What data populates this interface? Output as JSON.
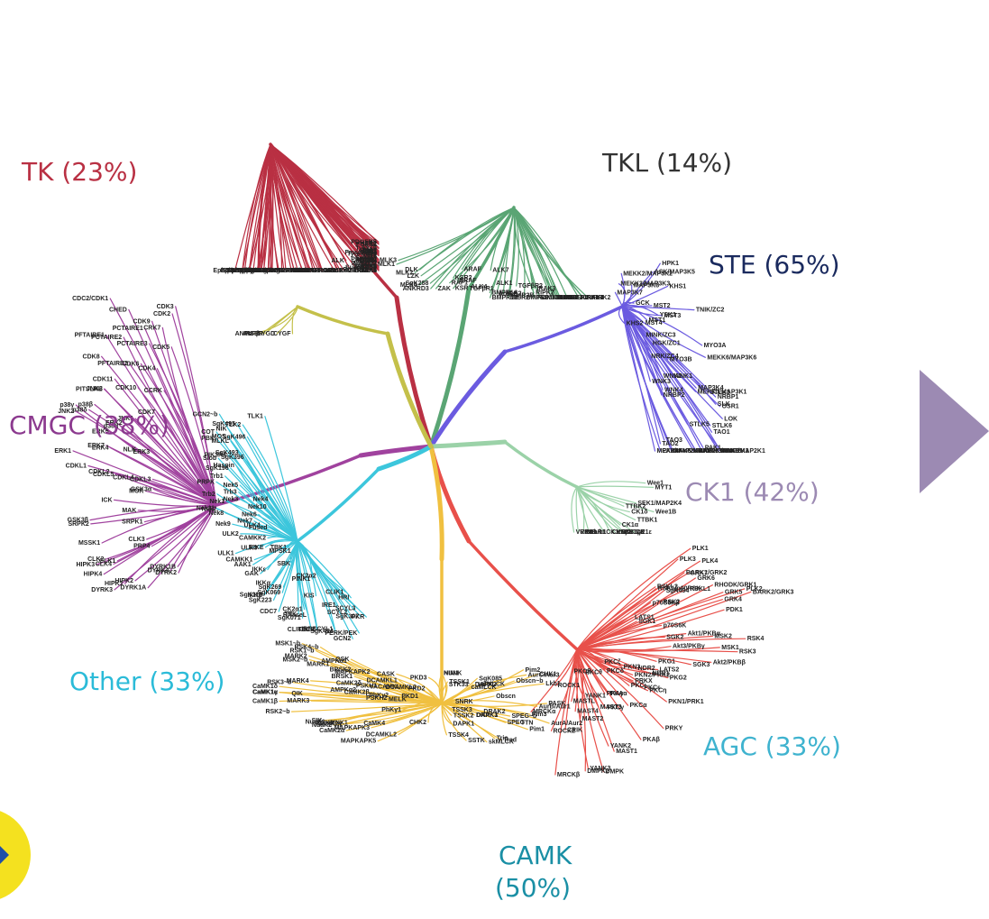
{
  "groups": [
    {
      "id": "tk",
      "label": "TK (23%)",
      "color": "#b93043",
      "leaves": [
        "EphB2",
        "EphB1",
        "EphA5",
        "EphA4",
        "EphA3",
        "EphB3",
        "EphA6",
        "EphB4",
        "EphA7",
        "EphA8",
        "Yes",
        "Src",
        "Lyn",
        "HCK",
        "Fyn",
        "Fgr",
        "Lck",
        "BLK",
        "EphA2",
        "EphA1",
        "EphB6",
        "EphA10",
        "TEC",
        "TXK",
        "BTK",
        "ITK",
        "Etk/BMX",
        "CTK",
        "CSK",
        "Arg",
        "Abl",
        "FRK",
        "Srm",
        "Brk",
        "Fes",
        "Fer",
        "TRKC",
        "TRKB",
        "TRKA",
        "MUSK",
        "DDR2",
        "DDR1",
        "IGF1R",
        "InSR",
        "IRR",
        "ROR2",
        "ROR1",
        "Mer",
        "Axl",
        "Ret",
        "Met",
        "Ron",
        "Ros",
        "ALK",
        "LTK",
        "RYK",
        "CCK4/PTK7",
        "ZAP70",
        "PYK2",
        "FAK",
        "Syk",
        "FGFR2",
        "FGFR3",
        "FGFR1",
        "FGFR4",
        "FLT1",
        "KDR",
        "Fms/CSFR",
        "Kit",
        "FLT4",
        "Tyro3/Sky",
        "FLT3",
        "PDGFRα",
        "PDGFRβ",
        "HER2",
        "EGFR",
        "TIE2",
        "TIE1",
        "HER4",
        "Ack",
        "Tnk1",
        "Tyk2",
        "JAK1",
        "JAK2",
        "JAK3",
        "HER3",
        "Lmr1",
        "Lmr2",
        "Lmr3",
        "JAK3~b",
        "JAK2~b",
        "Tyk2~b",
        "JAK1~b",
        "SuRTK106"
      ]
    },
    {
      "id": "tkl",
      "label": "TKL (14%)",
      "color": "#5aa574",
      "leaves": [
        "MLK3",
        "MLK1",
        "MLK2",
        "MLK4",
        "DLK",
        "LZK",
        "ANKRD3",
        "SgK288",
        "ZAK",
        "RAF1",
        "BRAF",
        "KSR",
        "KSR2",
        "ARAF",
        "ALK4",
        "TGFβR1",
        "ALK7",
        "BMPR1B",
        "BMPR1A",
        "ALK1",
        "ALK2",
        "ActR2",
        "ActR2B",
        "TGFβR2",
        "MISR2",
        "BMPR2",
        "RIPK2",
        "IRAK3",
        "IRAK1",
        "LIMK1",
        "LIMK2",
        "TESK1",
        "TESK2",
        "ILK",
        "TAK1",
        "HH498",
        "RIPK3",
        "RIPK1",
        "IRAK2",
        "LRRK1",
        "LRRK2",
        "IRAK4"
      ]
    },
    {
      "id": "ste",
      "label": "STE (65%)",
      "color": "#6b5be0",
      "leaves": [
        "MEKK2/MAP3K2",
        "MEKK3/MAP3K3",
        "ASK/MAP3K5",
        "MAP3K8",
        "MAP3K7",
        "HPK1",
        "KHS1",
        "KHS2",
        "GCK",
        "MST1",
        "MST2",
        "YSK1",
        "MST3",
        "MST4",
        "HGK/ZC1",
        "MINK/ZC3",
        "TNIK/ZC2",
        "NRK/ZC4",
        "MYO3A",
        "MYO3B",
        "MEKK6/MAP3K6",
        "WNK1",
        "WNK3",
        "WNK4",
        "WNK2",
        "MAP3K4",
        "MEKK1/MAP3K1",
        "NRBP2",
        "NRBP1",
        "OSR1",
        "STLK3",
        "STLK5",
        "STLK6",
        "SLK",
        "LOK",
        "TAO1",
        "TAO2",
        "TAO3",
        "PAK1",
        "PAK3",
        "PAK2",
        "PAK4",
        "PAK5",
        "PAK6",
        "MAP2K5",
        "MAP2K7",
        "MEK1/MAP2K1",
        "MEK2/MAP2K2",
        "MKK3/MAP2K3",
        "MKK6/MAP2K6"
      ]
    },
    {
      "id": "ck1",
      "label": "CK1 (42%)",
      "color": "#9bd2a8",
      "leaves": [
        "MYT1",
        "Wee1",
        "Wee1B",
        "SEK1/MAP2K4",
        "TTBK1",
        "TTBK2",
        "CK1δ",
        "CK1ε",
        "CK1α",
        "CK1α2",
        "VRK3",
        "CK1γ2",
        "CK1γ1",
        "CK1γ3",
        "Bub1",
        "BubR1",
        "VRK1",
        "VRK2"
      ]
    },
    {
      "id": "agc",
      "label": "AGC (33%)",
      "color": "#e8504a",
      "leaves": [
        "PLK4",
        "PLK3",
        "PLK1",
        "PLK2",
        "BARK1/GRK2",
        "BARK2/GRK3",
        "GRK7",
        "RHODK/GRK1",
        "GRK5",
        "GRK6",
        "GRK4",
        "SgK494",
        "PDK1",
        "RSKL1",
        "RSKL2",
        "RSK1/p90RSK",
        "RSK2",
        "RSK4",
        "RSK3",
        "MSK1",
        "MSK2",
        "p70S6K",
        "p70S6Kβ",
        "Akt2/PKBβ",
        "Akt1/PKBα",
        "Akt3/PKBγ",
        "SGK1",
        "SGK2",
        "SGK3",
        "LATS1",
        "LATS2",
        "NDR1",
        "NDR2",
        "PKG2",
        "PKG1",
        "PKN1/PRK1",
        "PKN2/PRK2",
        "PKN3",
        "PRKY",
        "PRKX",
        "PKCη",
        "PKCε",
        "PKCι",
        "PKCζ",
        "PKCδ",
        "PKCθ",
        "PKCγ",
        "PKCα",
        "PKCβ",
        "PKAγ",
        "PKAα",
        "PKAβ",
        "MAST3",
        "MASTL",
        "MAST2",
        "MAST4",
        "MAST1",
        "YANK1",
        "YANK2",
        "YANK3",
        "ROCK1",
        "ROCK2",
        "DMPK",
        "CRIK",
        "DMPK2",
        "MRCKβ",
        "MRCKα"
      ]
    },
    {
      "id": "camk",
      "label": "CAMK",
      "label2": "(50%)",
      "color": "#f0c040",
      "leaves": [
        "PASK",
        "Lkb1",
        "CHK1",
        "AurA/Aur2",
        "AurB/Aur1",
        "AurC/Aur3",
        "Pim1",
        "Pim2",
        "Pim3",
        "Obscn~b",
        "SPEG~b",
        "Obscn",
        "SPEG",
        "TTN",
        "Trio",
        "Trad",
        "smMLCK",
        "skMLCK",
        "DRAK2",
        "DRAK1",
        "SgK085",
        "caMLCK",
        "DAPK3",
        "DAPK2",
        "DAPK1",
        "SSTK",
        "TSSK4",
        "TSSK3",
        "TSSK1",
        "TSSK2",
        "SNRK",
        "HUNK",
        "STK33",
        "NIM1",
        "PKD2",
        "PKD1",
        "PKD3",
        "MELK",
        "CHK2",
        "DCAMKL3",
        "DCAMKL1",
        "DCAMKL2",
        "CASK",
        "VACAMKL",
        "PhKγ1",
        "PhKγ2",
        "PSKH1",
        "PSKH2",
        "CaMK4",
        "MAPKAPK5",
        "MAPKAPK2",
        "MAPKAPK3",
        "CaMK2α",
        "CaMK2β",
        "CaMK2δ",
        "CaMK2γ",
        "MNK1",
        "MNK2",
        "AMPKα2",
        "AMPKα1",
        "BRSK2",
        "BRSK1",
        "NuaK2",
        "NuaK1",
        "QSK",
        "SIK",
        "QIK",
        "MARK4",
        "MARK3",
        "MARK1",
        "MARK2",
        "RSK4~b",
        "RSK1~b",
        "RSK2~b",
        "RSK3~b",
        "MSK1~b",
        "MSK2~b",
        "CaMK1β",
        "CaMK1γ",
        "CaMK1α",
        "CaMK1δ"
      ]
    },
    {
      "id": "cmgc",
      "label": "CMGC (38%)",
      "color": "#a0429e",
      "leaves": [
        "DYRK2",
        "DYRK3",
        "DYRK1A",
        "DYRK1B",
        "DYRK4",
        "HIPK1",
        "HIPK2",
        "HIPK3",
        "HIPK4",
        "PRP4",
        "CLK4",
        "CLK1",
        "CLK2",
        "CLK3",
        "MSSK1",
        "SRPK2",
        "SRPK1",
        "GSK3β",
        "GSK3α",
        "MAK",
        "ICK",
        "MOK",
        "CDKL3",
        "CDKL2",
        "CDKL1",
        "CDKL4",
        "CDKL5",
        "ERK7",
        "ERK4",
        "ERK3",
        "NLK",
        "ERK5",
        "ERK1",
        "ERK2",
        "p38γ",
        "p38δ",
        "p38β",
        "p38α",
        "JNK1",
        "JNK2",
        "JNK3",
        "CDK7",
        "PITSLRE",
        "CDK10",
        "CDK8",
        "CDK11",
        "CCRK",
        "CDK4",
        "CDK6",
        "PFTAIRE2",
        "PFTAIRE1",
        "PCTAIRE2",
        "PCTAIRE3",
        "PCTAIRE1",
        "CDK5",
        "CRK7",
        "CHED",
        "CDK9",
        "CDC2/CDK1",
        "CDK3",
        "CDK2"
      ]
    },
    {
      "id": "other",
      "label": "Other (33%)",
      "color": "#3cc6dc",
      "leaves": [
        "PERK/PEK",
        "PKR",
        "GCN2",
        "SgK307",
        "SgK424",
        "SCYL3",
        "SCYL2",
        "SCYL1",
        "HRI",
        "IRE1",
        "IRE2",
        "CLIK1",
        "CLIK1L",
        "TBCK",
        "RNaseL",
        "TTK",
        "KIS",
        "SgK071",
        "CK2α1",
        "CK2α2",
        "CDC7",
        "PINK1",
        "SgK269",
        "SgK223",
        "SgK110",
        "SgK069",
        "SBK",
        "IKKα",
        "IKKβ",
        "IKKε",
        "TBK1",
        "MPSK1",
        "GAK",
        "AAK1",
        "CAMKK1",
        "CAMKK2",
        "BIKE",
        "ULK3",
        "ULK1",
        "ULK2",
        "Fused",
        "ULK4",
        "Nek6",
        "Nek7",
        "Nek10",
        "Nek8",
        "Nek9",
        "Nek2",
        "Nek11",
        "Nek4",
        "Nek3",
        "Nek5",
        "Nek1",
        "Trb3",
        "Trb2",
        "Trb1",
        "SgK196",
        "PRPK",
        "Haspin",
        "SgK493",
        "SgK396",
        "Slob",
        "PIK3R4",
        "MOS",
        "SgK496",
        "PBK",
        "MLKL",
        "NIK",
        "COT",
        "GCN2~b",
        "SgK495",
        "TLK2",
        "TLK1"
      ]
    },
    {
      "id": "misc",
      "label": "",
      "color": "#c4c04a",
      "leaves": [
        "ANPα",
        "ANPβ",
        "HSER",
        "CYGD",
        "CYGF"
      ]
    }
  ],
  "chevron_color": "#9c8ab3",
  "badge_color": "#f4e11f"
}
